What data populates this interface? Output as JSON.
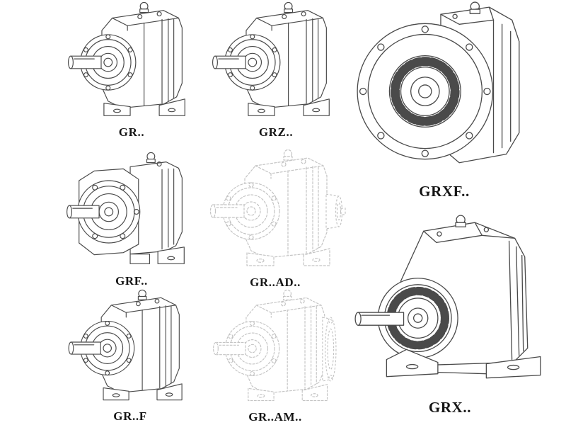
{
  "page": {
    "background": "#ffffff",
    "drawing_line_color": "#4a4a4a",
    "ghost_line_color": "#c4c4c4",
    "label_color": "#151515",
    "items": [
      {
        "id": "gr",
        "label": "GR..",
        "style": "solid"
      },
      {
        "id": "grz",
        "label": "GRZ..",
        "style": "solid"
      },
      {
        "id": "grxf",
        "label": "GRXF..",
        "style": "solid"
      },
      {
        "id": "grf",
        "label": "GRF..",
        "style": "solid"
      },
      {
        "id": "gr-ad",
        "label": "GR..AD..",
        "style": "ghost"
      },
      {
        "id": "gr-f",
        "label": "GR..F",
        "style": "solid"
      },
      {
        "id": "gr-am",
        "label": "GR..AM..",
        "style": "ghost"
      },
      {
        "id": "grx",
        "label": "GRX..",
        "style": "solid"
      }
    ]
  }
}
